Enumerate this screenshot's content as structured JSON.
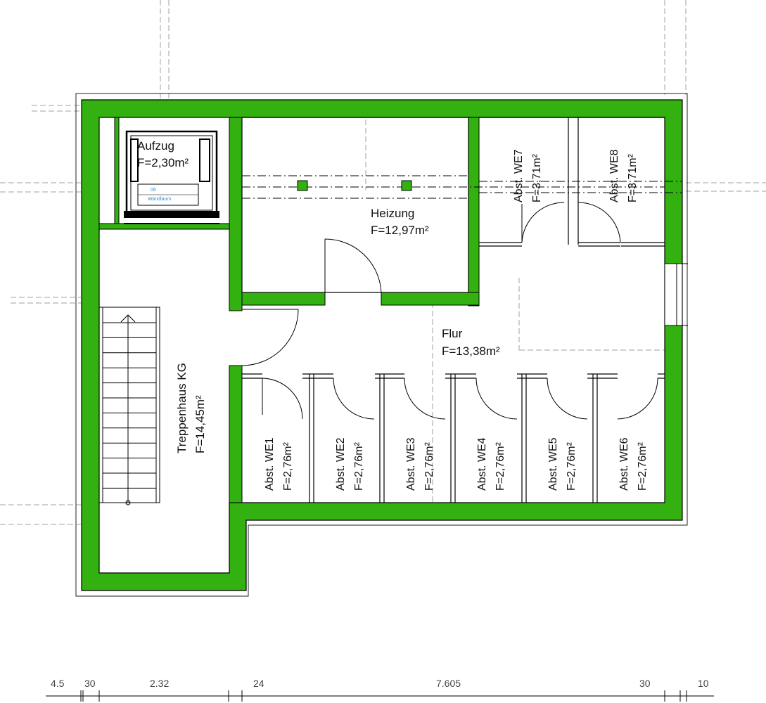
{
  "colors": {
    "wall": "#33b111",
    "outline": "#000000",
    "dash": "#9a9a9a",
    "lift_text": "#2a8fd6"
  },
  "rooms": {
    "aufzug": {
      "name": "Aufzug",
      "area": "F=2,30m²",
      "inner_a": "06",
      "inner_b": "Wandlaum"
    },
    "heizung": {
      "name": "Heizung",
      "area": "F=12,97m²"
    },
    "flur": {
      "name": "Flur",
      "area": "F=13,38m²"
    },
    "treppenhaus": {
      "name": "Treppenhaus KG",
      "area": "F=14,45m²"
    },
    "we1": {
      "name": "Abst. WE1",
      "area": "F=2,76m²"
    },
    "we2": {
      "name": "Abst. WE2",
      "area": "F=2,76m²"
    },
    "we3": {
      "name": "Abst. WE3",
      "area": "F=2,76m²"
    },
    "we4": {
      "name": "Abst. WE4",
      "area": "F=2,76m²"
    },
    "we5": {
      "name": "Abst. WE5",
      "area": "F=2,76m²"
    },
    "we6": {
      "name": "Abst. WE6",
      "area": "F=2,76m²"
    },
    "we7": {
      "name": "Abst. WE7",
      "area": "F=3,71m²"
    },
    "we8": {
      "name": "Abst. WE8",
      "area": "F=3,71m²"
    }
  },
  "dimensions": [
    "4.5",
    "30",
    "2.32",
    "24",
    "7.605",
    "30",
    "10"
  ]
}
